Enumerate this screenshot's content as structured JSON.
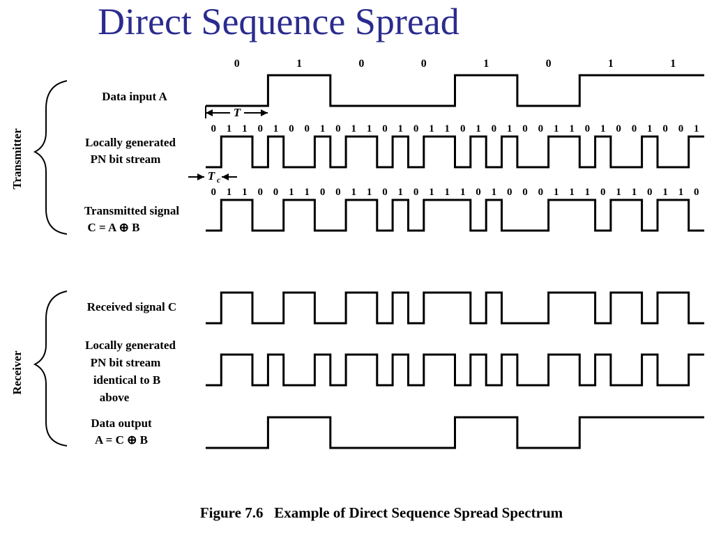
{
  "slide": {
    "title": "Direct Sequence Spread"
  },
  "groups": {
    "transmitter": "Transmitter",
    "receiver": "Receiver"
  },
  "labels": {
    "data_input": "Data input A",
    "pn_tx_1": "Locally generated",
    "pn_tx_2": "PN bit stream",
    "tx_signal_1": "Transmitted signal",
    "tx_signal_2": "C = A ⊕ B",
    "rx_signal": "Received signal C",
    "pn_rx_1": "Locally generated",
    "pn_rx_2": "PN bit stream",
    "pn_rx_3": "identical to B",
    "pn_rx_4": "above",
    "data_output_1": "Data output",
    "data_output_2": "A = C ⊕ B"
  },
  "period_labels": {
    "bit_period": "T",
    "chip_period": "T",
    "chip_subscript": "c"
  },
  "bits": {
    "data_a": [
      0,
      1,
      0,
      0,
      1,
      0,
      1,
      1
    ],
    "pn_b": [
      0,
      1,
      1,
      0,
      1,
      0,
      0,
      1,
      0,
      1,
      1,
      0,
      1,
      0,
      1,
      1,
      0,
      1,
      0,
      1,
      0,
      0,
      1,
      1,
      0,
      1,
      0,
      0,
      1,
      0,
      0,
      1
    ],
    "signal_c": [
      0,
      1,
      1,
      0,
      0,
      1,
      1,
      0,
      0,
      1,
      1,
      0,
      1,
      0,
      1,
      1,
      1,
      0,
      1,
      0,
      0,
      0,
      1,
      1,
      1,
      0,
      1,
      1,
      0,
      1,
      1,
      0
    ]
  },
  "caption": "Figure 7.6   Example of Direct Sequence Spread Spectrum"
}
